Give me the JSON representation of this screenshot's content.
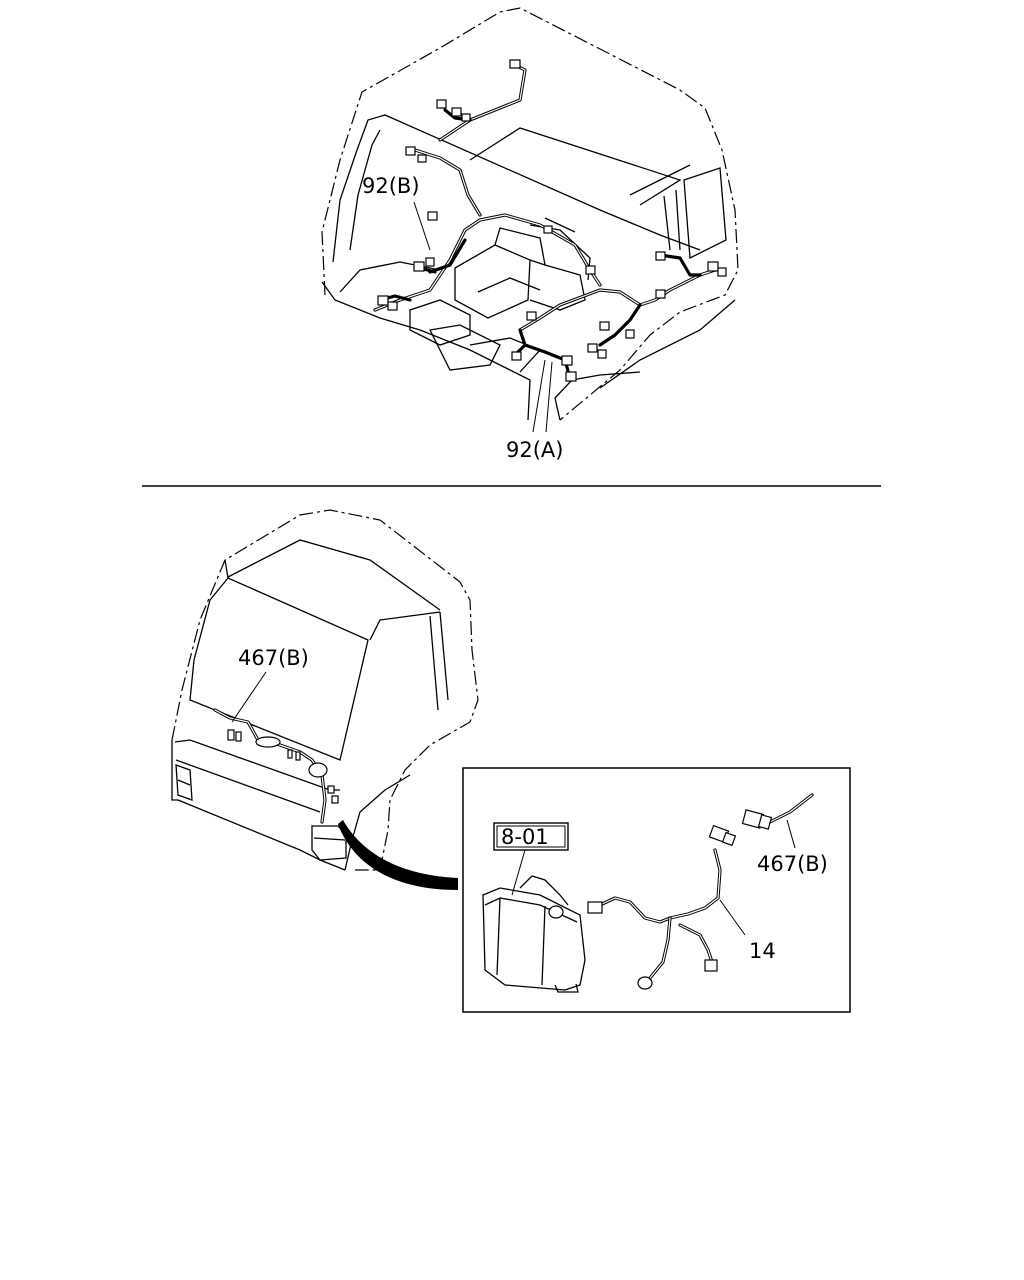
{
  "callouts": {
    "harness_b": "92(B)",
    "harness_a": "92(A)",
    "cab_harness": "467(B)",
    "ref_section": "8-01",
    "inset_harness": "467(B)",
    "wire_part": "14"
  }
}
